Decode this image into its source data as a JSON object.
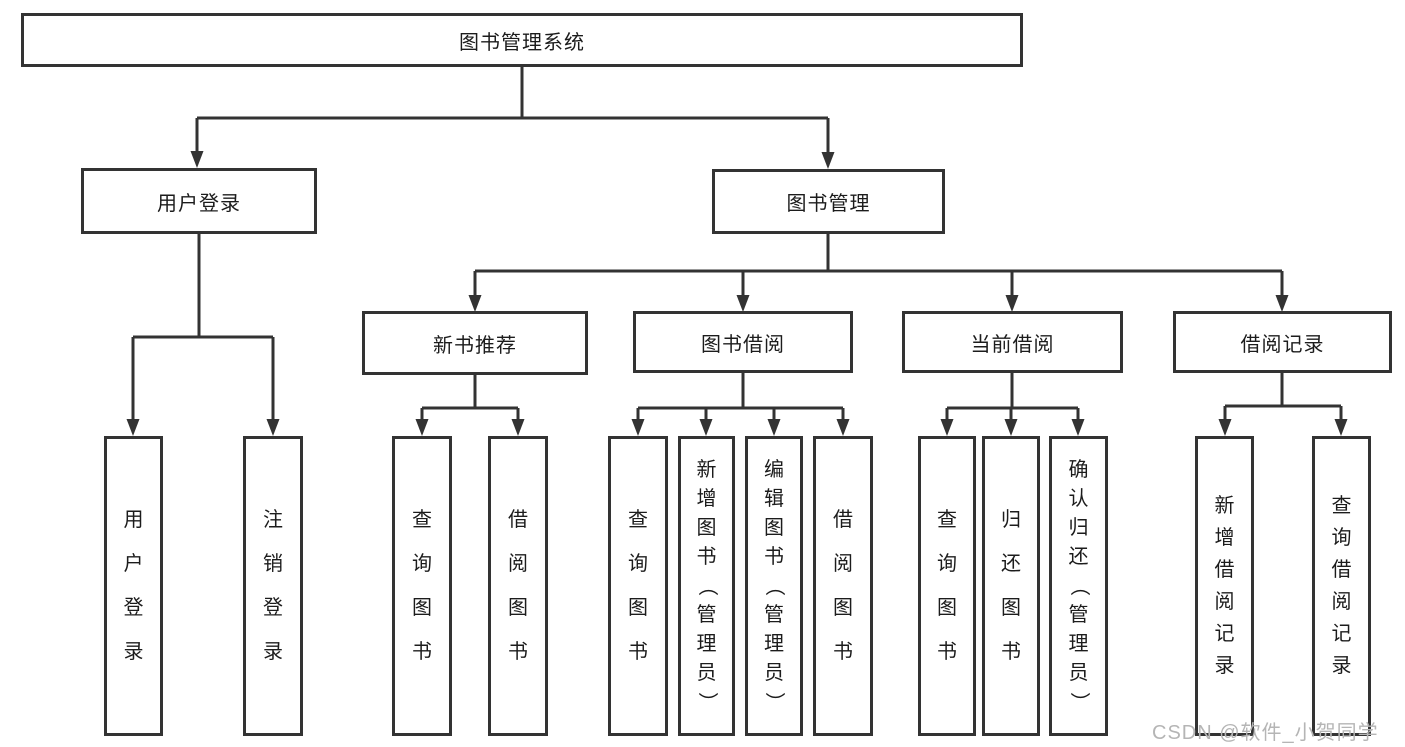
{
  "palette": {
    "line": "#333333",
    "text": "#1c1c1c",
    "watermark": "#b5b5b5",
    "background": "#ffffff"
  },
  "tree": {
    "root": "图书管理系统",
    "level2": {
      "user_login": "用户登录",
      "book_management": "图书管理"
    },
    "level3": {
      "new_book": "新书推荐",
      "book_borrow": "图书借阅",
      "current_borrow": "当前借阅",
      "borrow_records": "借阅记录"
    },
    "leaves": {
      "user_login": [
        "用户登录",
        "注销登录"
      ],
      "new_book": [
        "查询图书",
        "借阅图书"
      ],
      "book_borrow": [
        "查询图书",
        "新增图书（管理员）",
        "编辑图书（管理员）",
        "借阅图书"
      ],
      "current_borrow": [
        "查询图书",
        "归还图书",
        "确认归还（管理员）"
      ],
      "borrow_records": [
        "新增借阅记录",
        "查询借阅记录"
      ]
    }
  },
  "watermark": "CSDN @软件_小贺同学"
}
